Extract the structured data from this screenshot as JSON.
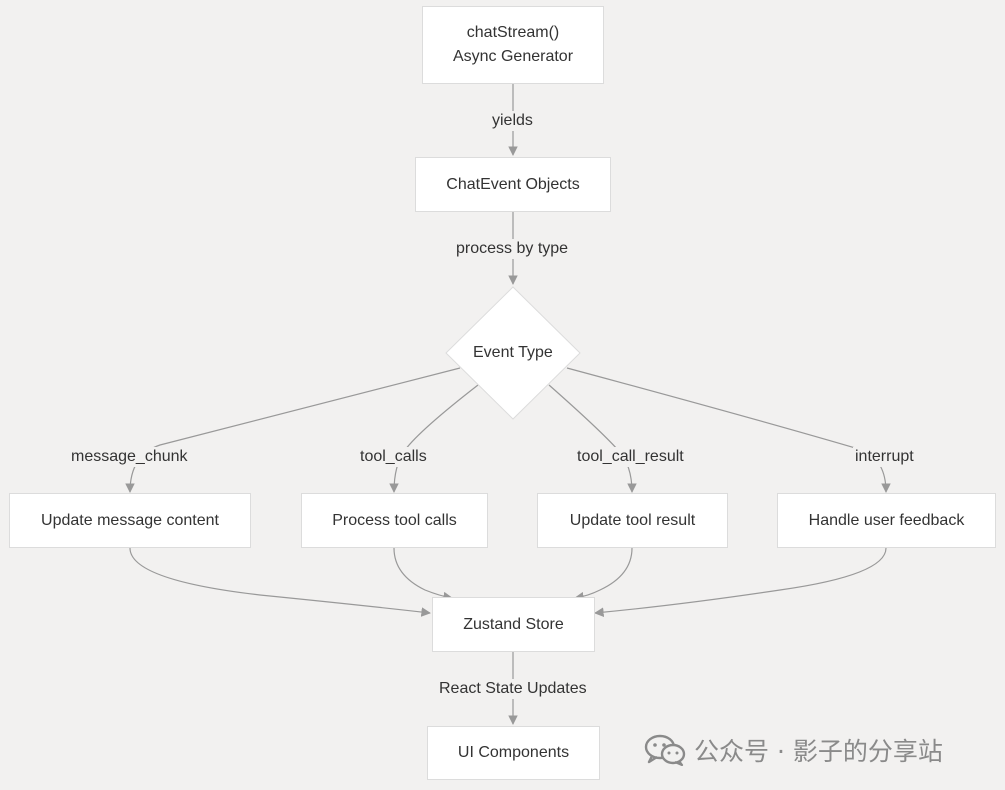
{
  "nodes": {
    "generator_line1": "chatStream()",
    "generator_line2": "Async Generator",
    "chat_event": "ChatEvent Objects",
    "event_type": "Event Type",
    "update_message": "Update message content",
    "process_tools": "Process tool calls",
    "update_tool_result": "Update tool result",
    "handle_feedback": "Handle user feedback",
    "zustand": "Zustand Store",
    "ui_components": "UI Components"
  },
  "edges": {
    "yields": "yields",
    "process_by_type": "process by type",
    "message_chunk": "message_chunk",
    "tool_calls": "tool_calls",
    "tool_call_result": "tool_call_result",
    "interrupt": "interrupt",
    "react_state": "React State Updates"
  },
  "watermark": {
    "text": "公众号 · 影子的分享站",
    "icon": "wechat-icon"
  },
  "colors": {
    "background": "#f2f1f0",
    "node_fill": "#ffffff",
    "node_border": "#dcdcdc",
    "edge": "#999999"
  }
}
